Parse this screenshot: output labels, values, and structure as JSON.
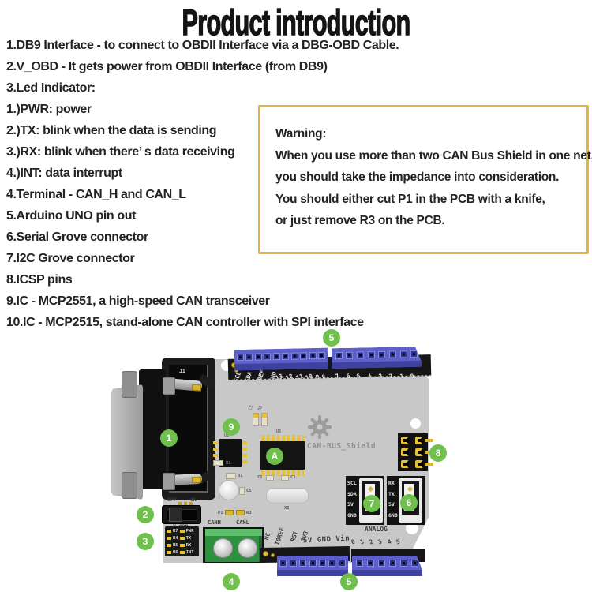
{
  "title": "Product introduction",
  "intro": {
    "lines": [
      "1.DB9 Interface - to connect to OBDII Interface via a DBG-OBD Cable.",
      "2.V_OBD - It gets power from OBDII Interface (from DB9)",
      "3.Led Indicator:",
      "1.)PWR: power",
      "2.)TX: blink when the data is sending",
      "3.)RX: blink when there’ s data receiving",
      "4.)INT: data interrupt",
      "4.Terminal - CAN_H and CAN_L",
      "5.Arduino UNO pin out",
      "6.Serial Grove connector",
      "7.I2C Grove connector",
      "8.ICSP pins",
      "9.IC - MCP2551, a high-speed CAN transceiver",
      "10.IC - MCP2515, stand-alone CAN controller with SPI interface"
    ]
  },
  "warning": {
    "title": "Warning:",
    "lines": [
      "When you use more than two CAN Bus Shield in one net,",
      "you should take the impedance into consideration.",
      "You should either cut P1 in the PCB with a knife,",
      "or just remove R3 on the PCB."
    ]
  },
  "pcb": {
    "silkscreen": "CAN-BUS_Shield",
    "callouts": {
      "db9": "1",
      "power_switch": "2",
      "led_indicators": "3",
      "terminal": "4",
      "headers_top": "5",
      "headers_bottom": "5",
      "serial_grove": "6",
      "i2c_grove": "7",
      "icsp": "8",
      "transceiver": "9",
      "controller": "A"
    },
    "top_word_labels": [
      "SCL",
      "SDA",
      "AREF",
      "GND"
    ],
    "top_num_labels_left": [
      "13",
      "12",
      "11",
      "10",
      "9",
      "8"
    ],
    "top_num_labels_right": [
      "7",
      "6",
      "5",
      "4",
      "3",
      "2",
      "1",
      "0"
    ],
    "bottom_word_labels": [
      "NC",
      "IOREF",
      "RST",
      "3V3"
    ],
    "bottom_power_labels": "5V GND Vin",
    "analog_title": "ANALOG",
    "analog_num_labels": [
      "0",
      "1",
      "2",
      "3",
      "4",
      "5"
    ],
    "i2c_grove_pins": [
      "SCL",
      "SDA",
      "5V",
      "GND"
    ],
    "serial_grove_pins": [
      "RX",
      "TX",
      "5V",
      "GND"
    ],
    "led_rows": [
      {
        "ref": "R7",
        "name": "PWR"
      },
      {
        "ref": "R4",
        "name": "TX"
      },
      {
        "ref": "R5",
        "name": "RX"
      },
      {
        "ref": "R6",
        "name": "INT"
      }
    ],
    "refs": {
      "j1": "J1",
      "u1": "U1",
      "u2": "U2",
      "r1": "R1",
      "c1": "C1",
      "c2": "C2",
      "c3": "C3",
      "c5": "C5",
      "d1": "D1",
      "d2": "D2",
      "x1": "X1",
      "p1": "P1",
      "r3": "R3",
      "off": "OFF",
      "on": "ON",
      "v_obd": "V_OBD",
      "canh": "CANH",
      "canl": "CANL"
    }
  },
  "colors": {
    "callout_green": "#6fc04c",
    "warning_border": "#e5b43c",
    "header_blue": "#5d60c8",
    "board_gray": "#c8c8c8"
  }
}
